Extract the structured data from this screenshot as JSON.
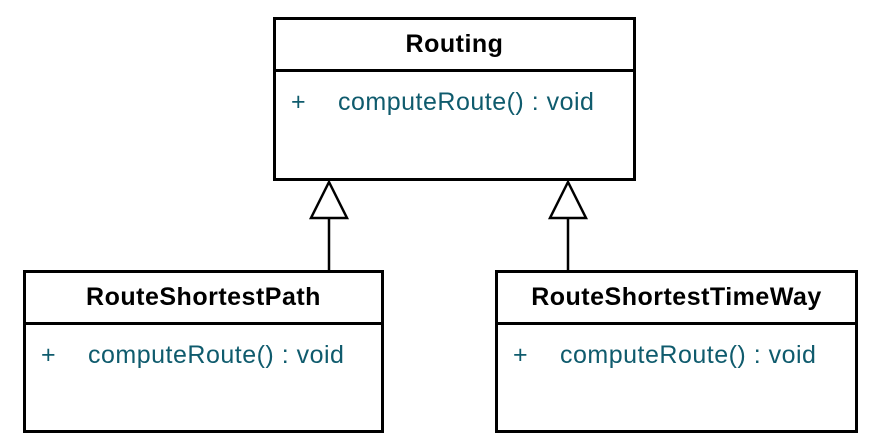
{
  "diagram": {
    "type": "uml-class-diagram",
    "colors": {
      "background": "#ffffff",
      "box_border": "#000000",
      "box_fill": "#ffffff",
      "class_name_text": "#000000",
      "member_text": "#0f5b6d",
      "connector": "#000000"
    },
    "classes": [
      {
        "name": "Routing",
        "methods": [
          {
            "visibility": "+",
            "signature": "computeRoute() : void"
          }
        ]
      },
      {
        "name": "RouteShortestPath",
        "methods": [
          {
            "visibility": "+",
            "signature": "computeRoute() : void"
          }
        ]
      },
      {
        "name": "RouteShortestTimeWay",
        "methods": [
          {
            "visibility": "+",
            "signature": "computeRoute() : void"
          }
        ]
      }
    ],
    "relationships": [
      {
        "type": "generalization",
        "from": "RouteShortestPath",
        "to": "Routing"
      },
      {
        "type": "generalization",
        "from": "RouteShortestTimeWay",
        "to": "Routing"
      }
    ]
  }
}
